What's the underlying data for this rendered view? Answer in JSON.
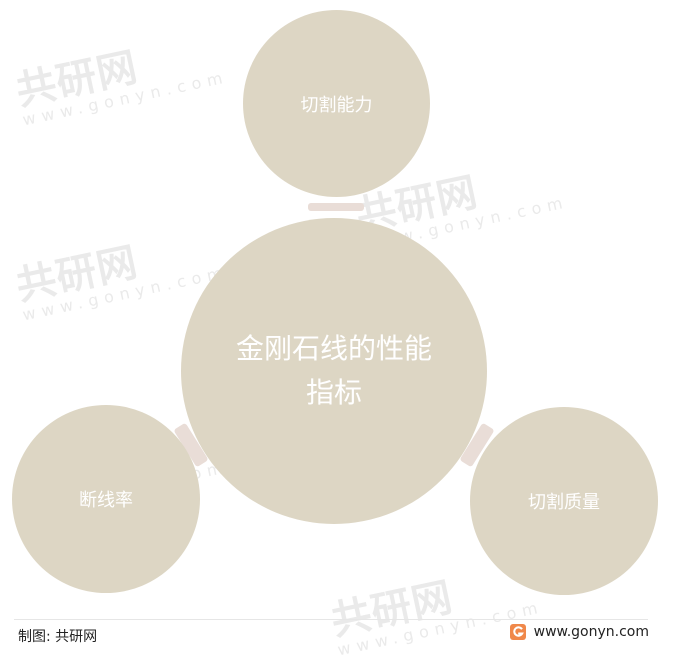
{
  "watermark": {
    "brand_text": "共研网",
    "url_text": "www.gonyn.com"
  },
  "diagram": {
    "center": "金刚石线的性能指标",
    "top": "切割能力",
    "left": "断线率",
    "right": "切割质量"
  },
  "footer": {
    "source_label": "制图: 共研网",
    "site_url": "www.gonyn.com"
  },
  "colors": {
    "circle_fill": "#ddd6c4",
    "circle_text": "#ffffff",
    "connector": "#e9ddd7",
    "logo_orange": "#f0884a"
  }
}
